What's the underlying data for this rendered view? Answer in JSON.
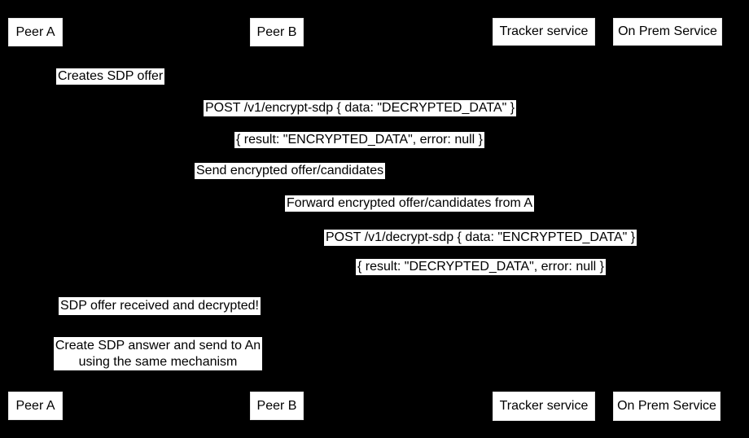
{
  "diagram": {
    "kind": "sequence-diagram",
    "background_color": "#000000",
    "box_fill_color": "#ffffff",
    "text_color": "#000000"
  },
  "actors": [
    {
      "name": "Peer A"
    },
    {
      "name": "Peer B"
    },
    {
      "name": "Tracker service"
    },
    {
      "name": "On Prem Service"
    }
  ],
  "messages": [
    {
      "text": "Creates SDP offer"
    },
    {
      "text": "POST /v1/encrypt-sdp { data: \"DECRYPTED_DATA\" }"
    },
    {
      "text": "{ result: \"ENCRYPTED_DATA\", error: null }"
    },
    {
      "text": "Send encrypted offer/candidates"
    },
    {
      "text": "Forward encrypted offer/candidates from A"
    },
    {
      "text": "POST /v1/decrypt-sdp { data: \"ENCRYPTED_DATA\" }"
    },
    {
      "text": "{ result: \"DECRYPTED_DATA\", error: null }"
    },
    {
      "text": "SDP offer received and decrypted!"
    }
  ],
  "note": {
    "line1": "Create SDP answer and send to An",
    "line2": "using the same mechanism"
  }
}
